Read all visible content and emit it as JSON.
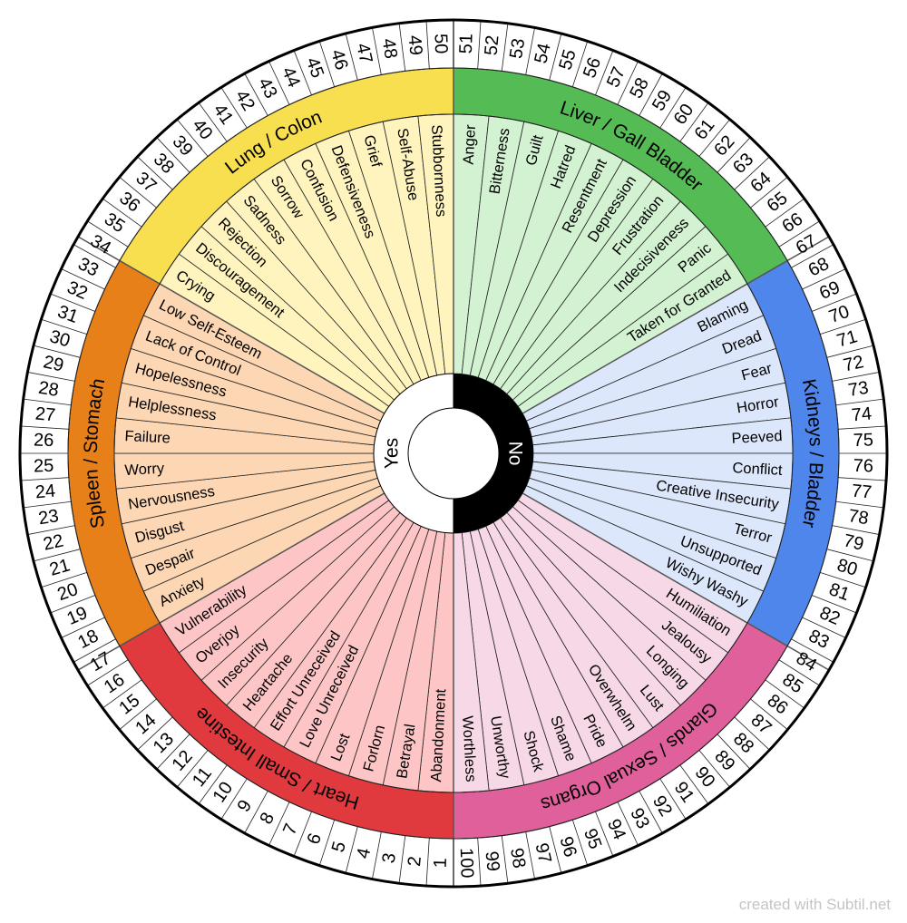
{
  "center": {
    "yes": "Yes",
    "no": "No"
  },
  "footer": "created with Subtil.net",
  "numbers": [
    "1",
    "2",
    "3",
    "4",
    "5",
    "6",
    "7",
    "8",
    "9",
    "10",
    "11",
    "12",
    "13",
    "14",
    "15",
    "16",
    "17",
    "18",
    "19",
    "20",
    "21",
    "22",
    "23",
    "24",
    "25",
    "26",
    "27",
    "28",
    "29",
    "30",
    "31",
    "32",
    "33",
    "34",
    "35",
    "36",
    "37",
    "38",
    "39",
    "40",
    "41",
    "42",
    "43",
    "44",
    "45",
    "46",
    "47",
    "48",
    "49",
    "50",
    "51",
    "52",
    "53",
    "54",
    "55",
    "56",
    "57",
    "58",
    "59",
    "60",
    "61",
    "62",
    "63",
    "64",
    "65",
    "66",
    "67",
    "68",
    "69",
    "70",
    "71",
    "72",
    "73",
    "74",
    "75",
    "76",
    "77",
    "78",
    "79",
    "80",
    "81",
    "82",
    "83",
    "84",
    "85",
    "86",
    "87",
    "88",
    "89",
    "90",
    "91",
    "92",
    "93",
    "94",
    "95",
    "96",
    "97",
    "98",
    "99",
    "100"
  ],
  "organs": [
    {
      "name": "Liver / Gall Bladder",
      "color": "#55bb55",
      "light": "#d2f2d2",
      "emotions": [
        "Anger",
        "Bitterness",
        "Guilt",
        "Hatred",
        "Resentment",
        "Depression",
        "Frustration",
        "Indecisiveness",
        "Panic",
        "Taken for Granted"
      ]
    },
    {
      "name": "Kidneys / Bladder",
      "color": "#4f86ec",
      "light": "#dde7fb",
      "emotions": [
        "Blaming",
        "Dread",
        "Fear",
        "Horror",
        "Peeved",
        "Conflict",
        "Creative Insecurity",
        "Terror",
        "Unsupported",
        "Wishy Washy"
      ]
    },
    {
      "name": "Glands / Sexual Organs",
      "color": "#e0609b",
      "light": "#f6d8e6",
      "emotions": [
        "Humiliation",
        "Jealousy",
        "Longing",
        "Lust",
        "Overwhelm",
        "Pride",
        "Shame",
        "Shock",
        "Unworthy",
        "Worthless"
      ]
    },
    {
      "name": "Heart / Small Intestine",
      "color": "#e0393e",
      "light": "#fdc5c6",
      "emotions": [
        "Abandonment",
        "Betrayal",
        "Forlorn",
        "Lost",
        "Love Unreceived",
        "Effort Unreceived",
        "Heartache",
        "Insecurity",
        "Overjoy",
        "Vulnerability"
      ]
    },
    {
      "name": "Spleen / Stomach",
      "color": "#e8801a",
      "light": "#fdd7b3",
      "emotions": [
        "Anxiety",
        "Despair",
        "Disgust",
        "Nervousness",
        "Worry",
        "Failure",
        "Helplessness",
        "Hopelessness",
        "Lack of Control",
        "Low Self-Esteem"
      ]
    },
    {
      "name": "Lung / Colon",
      "color": "#f7df4f",
      "light": "#fff4bd",
      "emotions": [
        "Crying",
        "Discouragement",
        "Rejection",
        "Sadness",
        "Sorrow",
        "Confusion",
        "Defensiveness",
        "Grief",
        "Self-Abuse",
        "Stubbornness"
      ]
    }
  ]
}
